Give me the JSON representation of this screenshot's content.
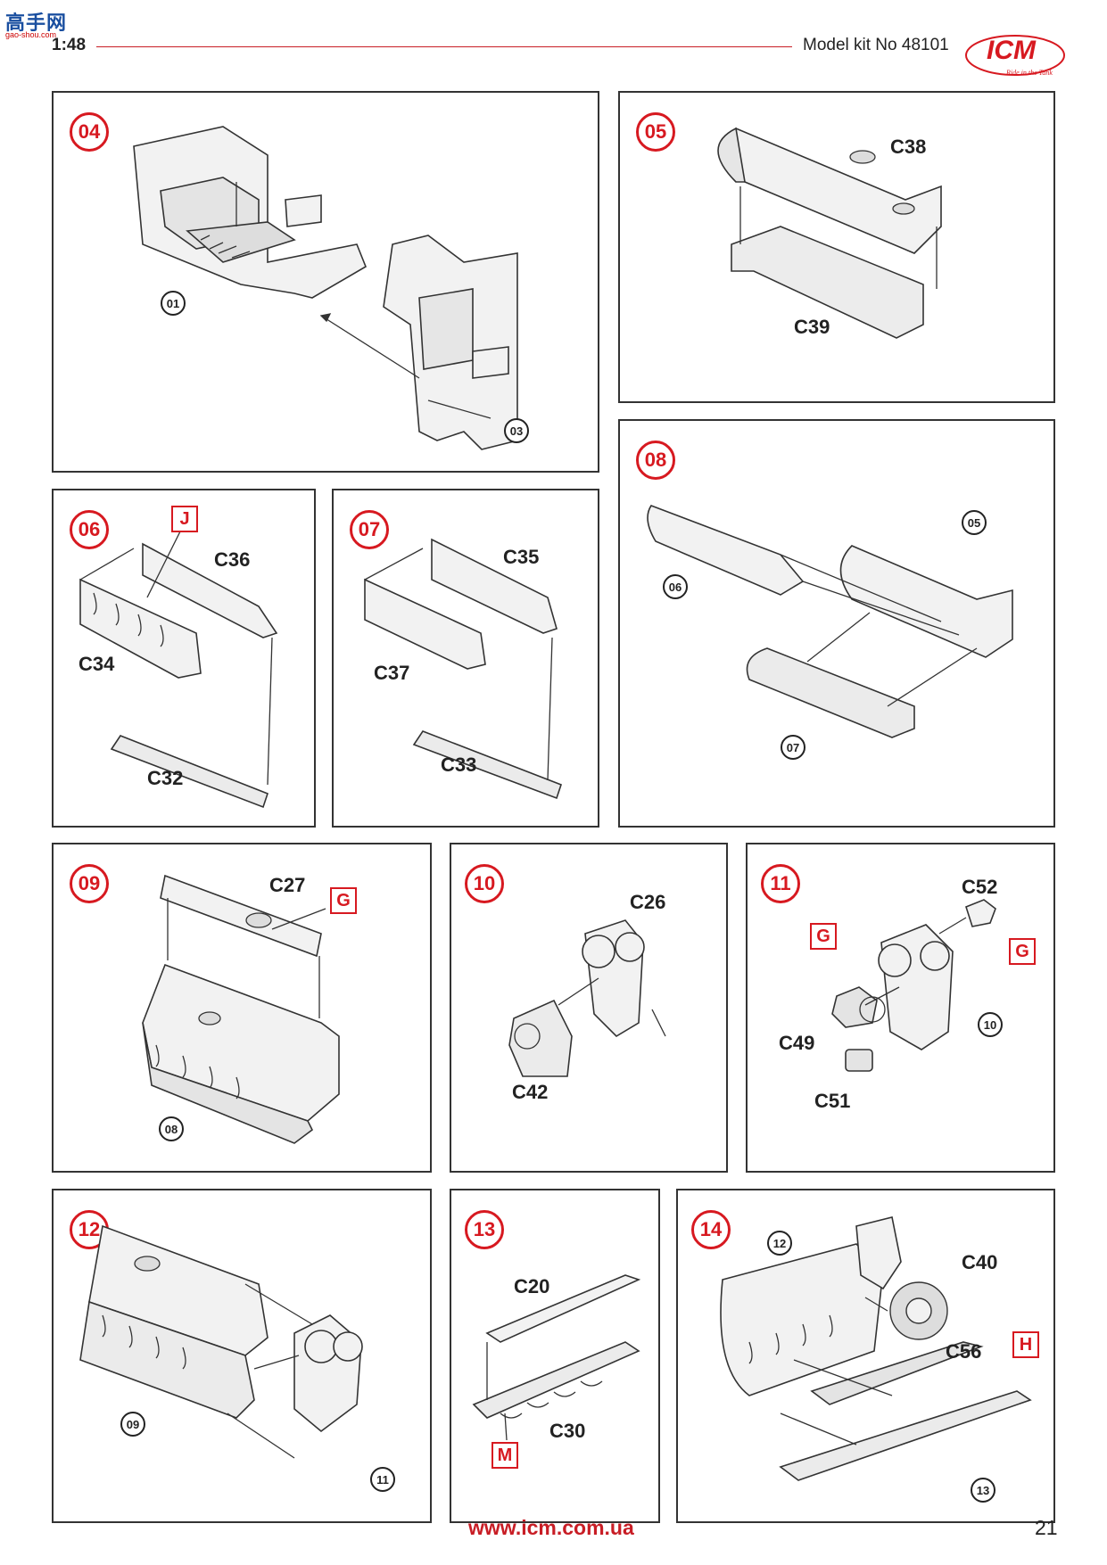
{
  "header": {
    "watermark": "高手网",
    "watermark_sub": "gao-shou.com",
    "scale": "1:48",
    "kit": "Model kit No 48101",
    "logo_text": "ICM",
    "logo_tagline": "Ride in the Tank"
  },
  "steps": [
    {
      "number": "04",
      "refs": [
        "01",
        "03"
      ],
      "labels": []
    },
    {
      "number": "05",
      "refs": [],
      "labels": [
        "C38",
        "C39"
      ]
    },
    {
      "number": "06",
      "refs": [],
      "labels": [
        "C36",
        "C34",
        "C32"
      ],
      "tags": [
        "J"
      ]
    },
    {
      "number": "07",
      "refs": [],
      "labels": [
        "C35",
        "C37",
        "C33"
      ]
    },
    {
      "number": "08",
      "refs": [
        "05",
        "06",
        "07"
      ],
      "labels": []
    },
    {
      "number": "09",
      "refs": [
        "08"
      ],
      "labels": [
        "C27"
      ],
      "tags": [
        "G"
      ]
    },
    {
      "number": "10",
      "refs": [],
      "labels": [
        "C26",
        "C42"
      ]
    },
    {
      "number": "11",
      "refs": [
        "10"
      ],
      "labels": [
        "C52",
        "C49",
        "C51"
      ],
      "tags": [
        "G",
        "G"
      ]
    },
    {
      "number": "12",
      "refs": [
        "09",
        "11"
      ],
      "labels": []
    },
    {
      "number": "13",
      "refs": [],
      "labels": [
        "C20",
        "C30"
      ],
      "tags": [
        "M"
      ]
    },
    {
      "number": "14",
      "refs": [
        "12",
        "13"
      ],
      "labels": [
        "C40",
        "C56"
      ],
      "tags": [
        "H"
      ]
    }
  ],
  "footer": {
    "url": "www.icm.com.ua",
    "page": "21"
  },
  "colors": {
    "accent": "#d71920",
    "line": "#333333"
  }
}
